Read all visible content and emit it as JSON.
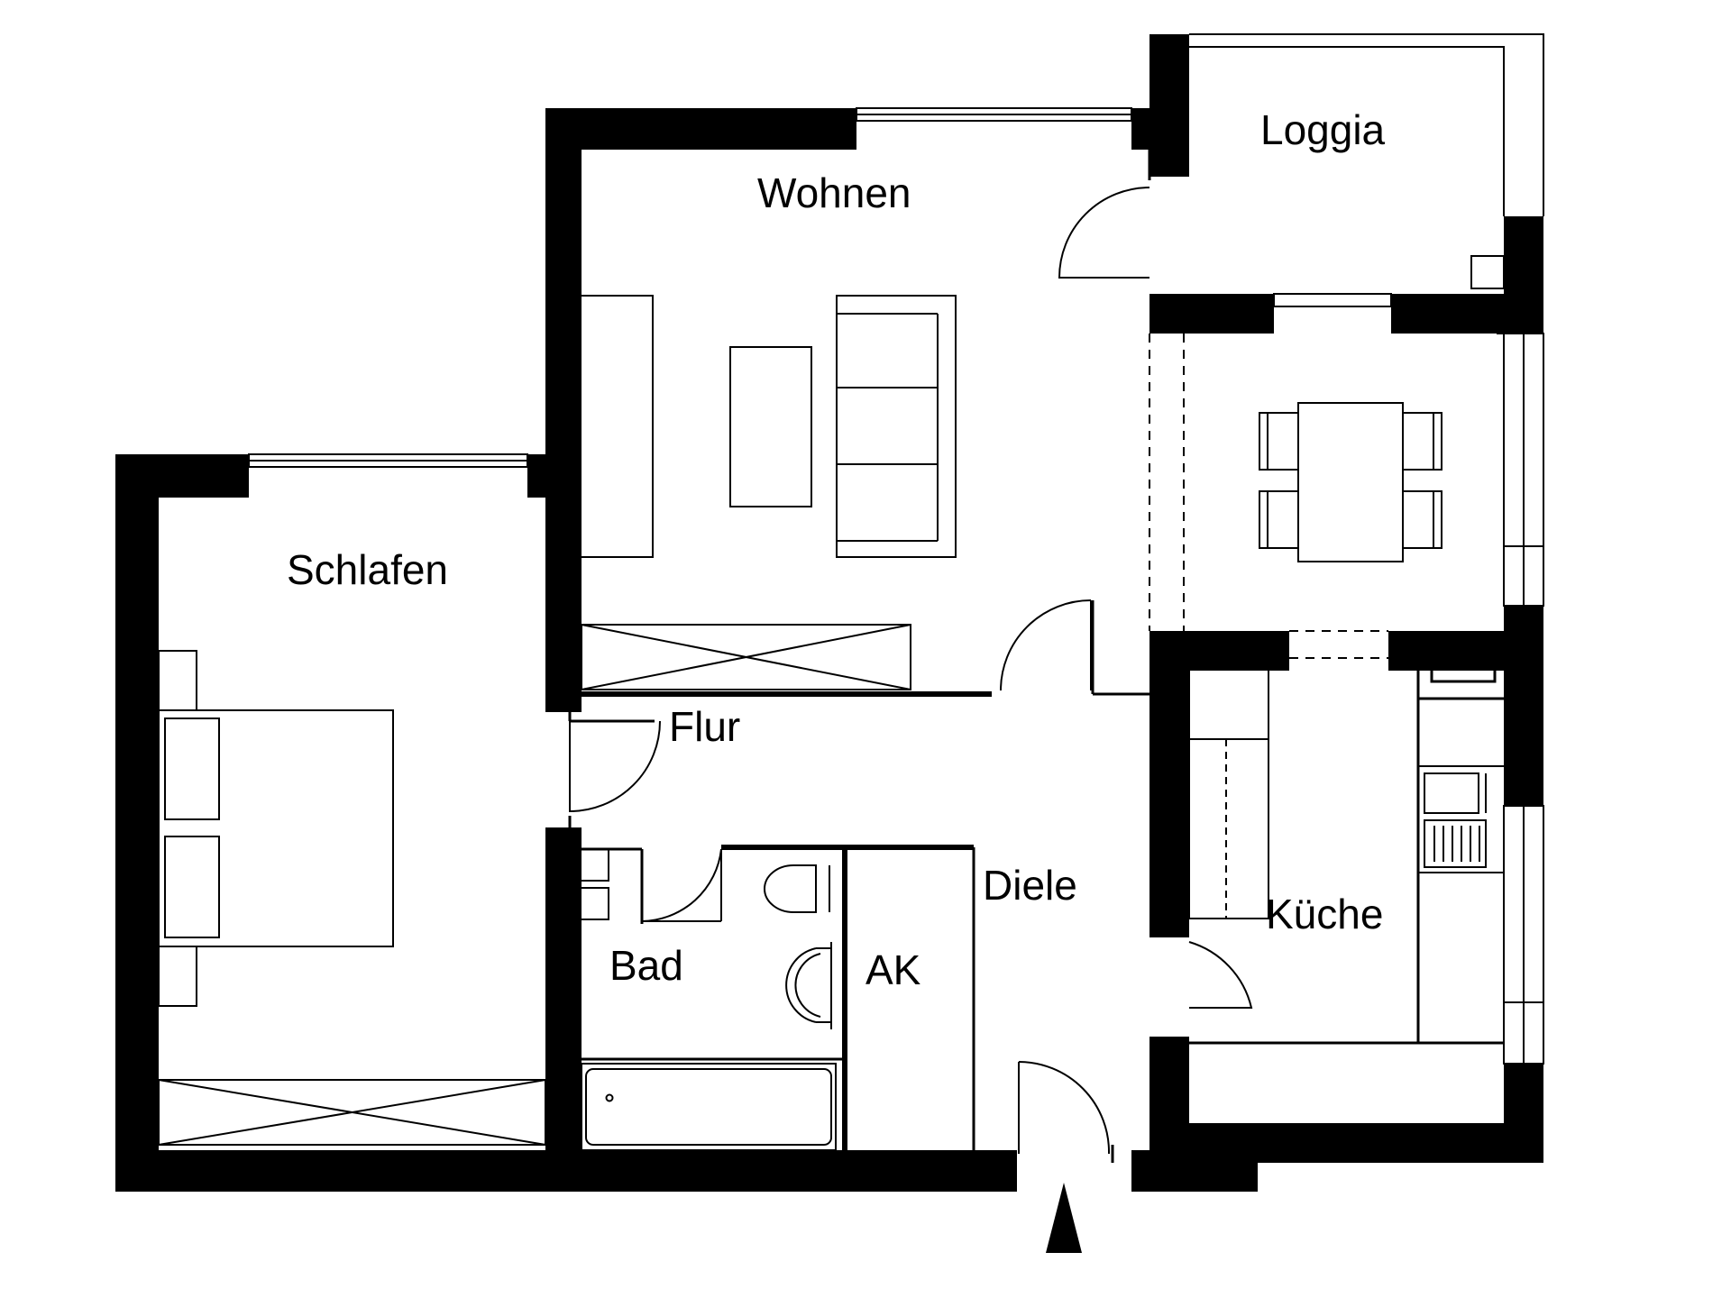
{
  "plan": {
    "rooms": {
      "wohnen": "Wohnen",
      "loggia": "Loggia",
      "schlafen": "Schlafen",
      "flur": "Flur",
      "diele": "Diele",
      "kueche": "Küche",
      "bad": "Bad",
      "ak": "AK"
    }
  },
  "colors": {
    "wall": "#000000",
    "line": "#000000",
    "background": "#ffffff"
  },
  "icons": [
    "entrance-arrow-icon"
  ]
}
